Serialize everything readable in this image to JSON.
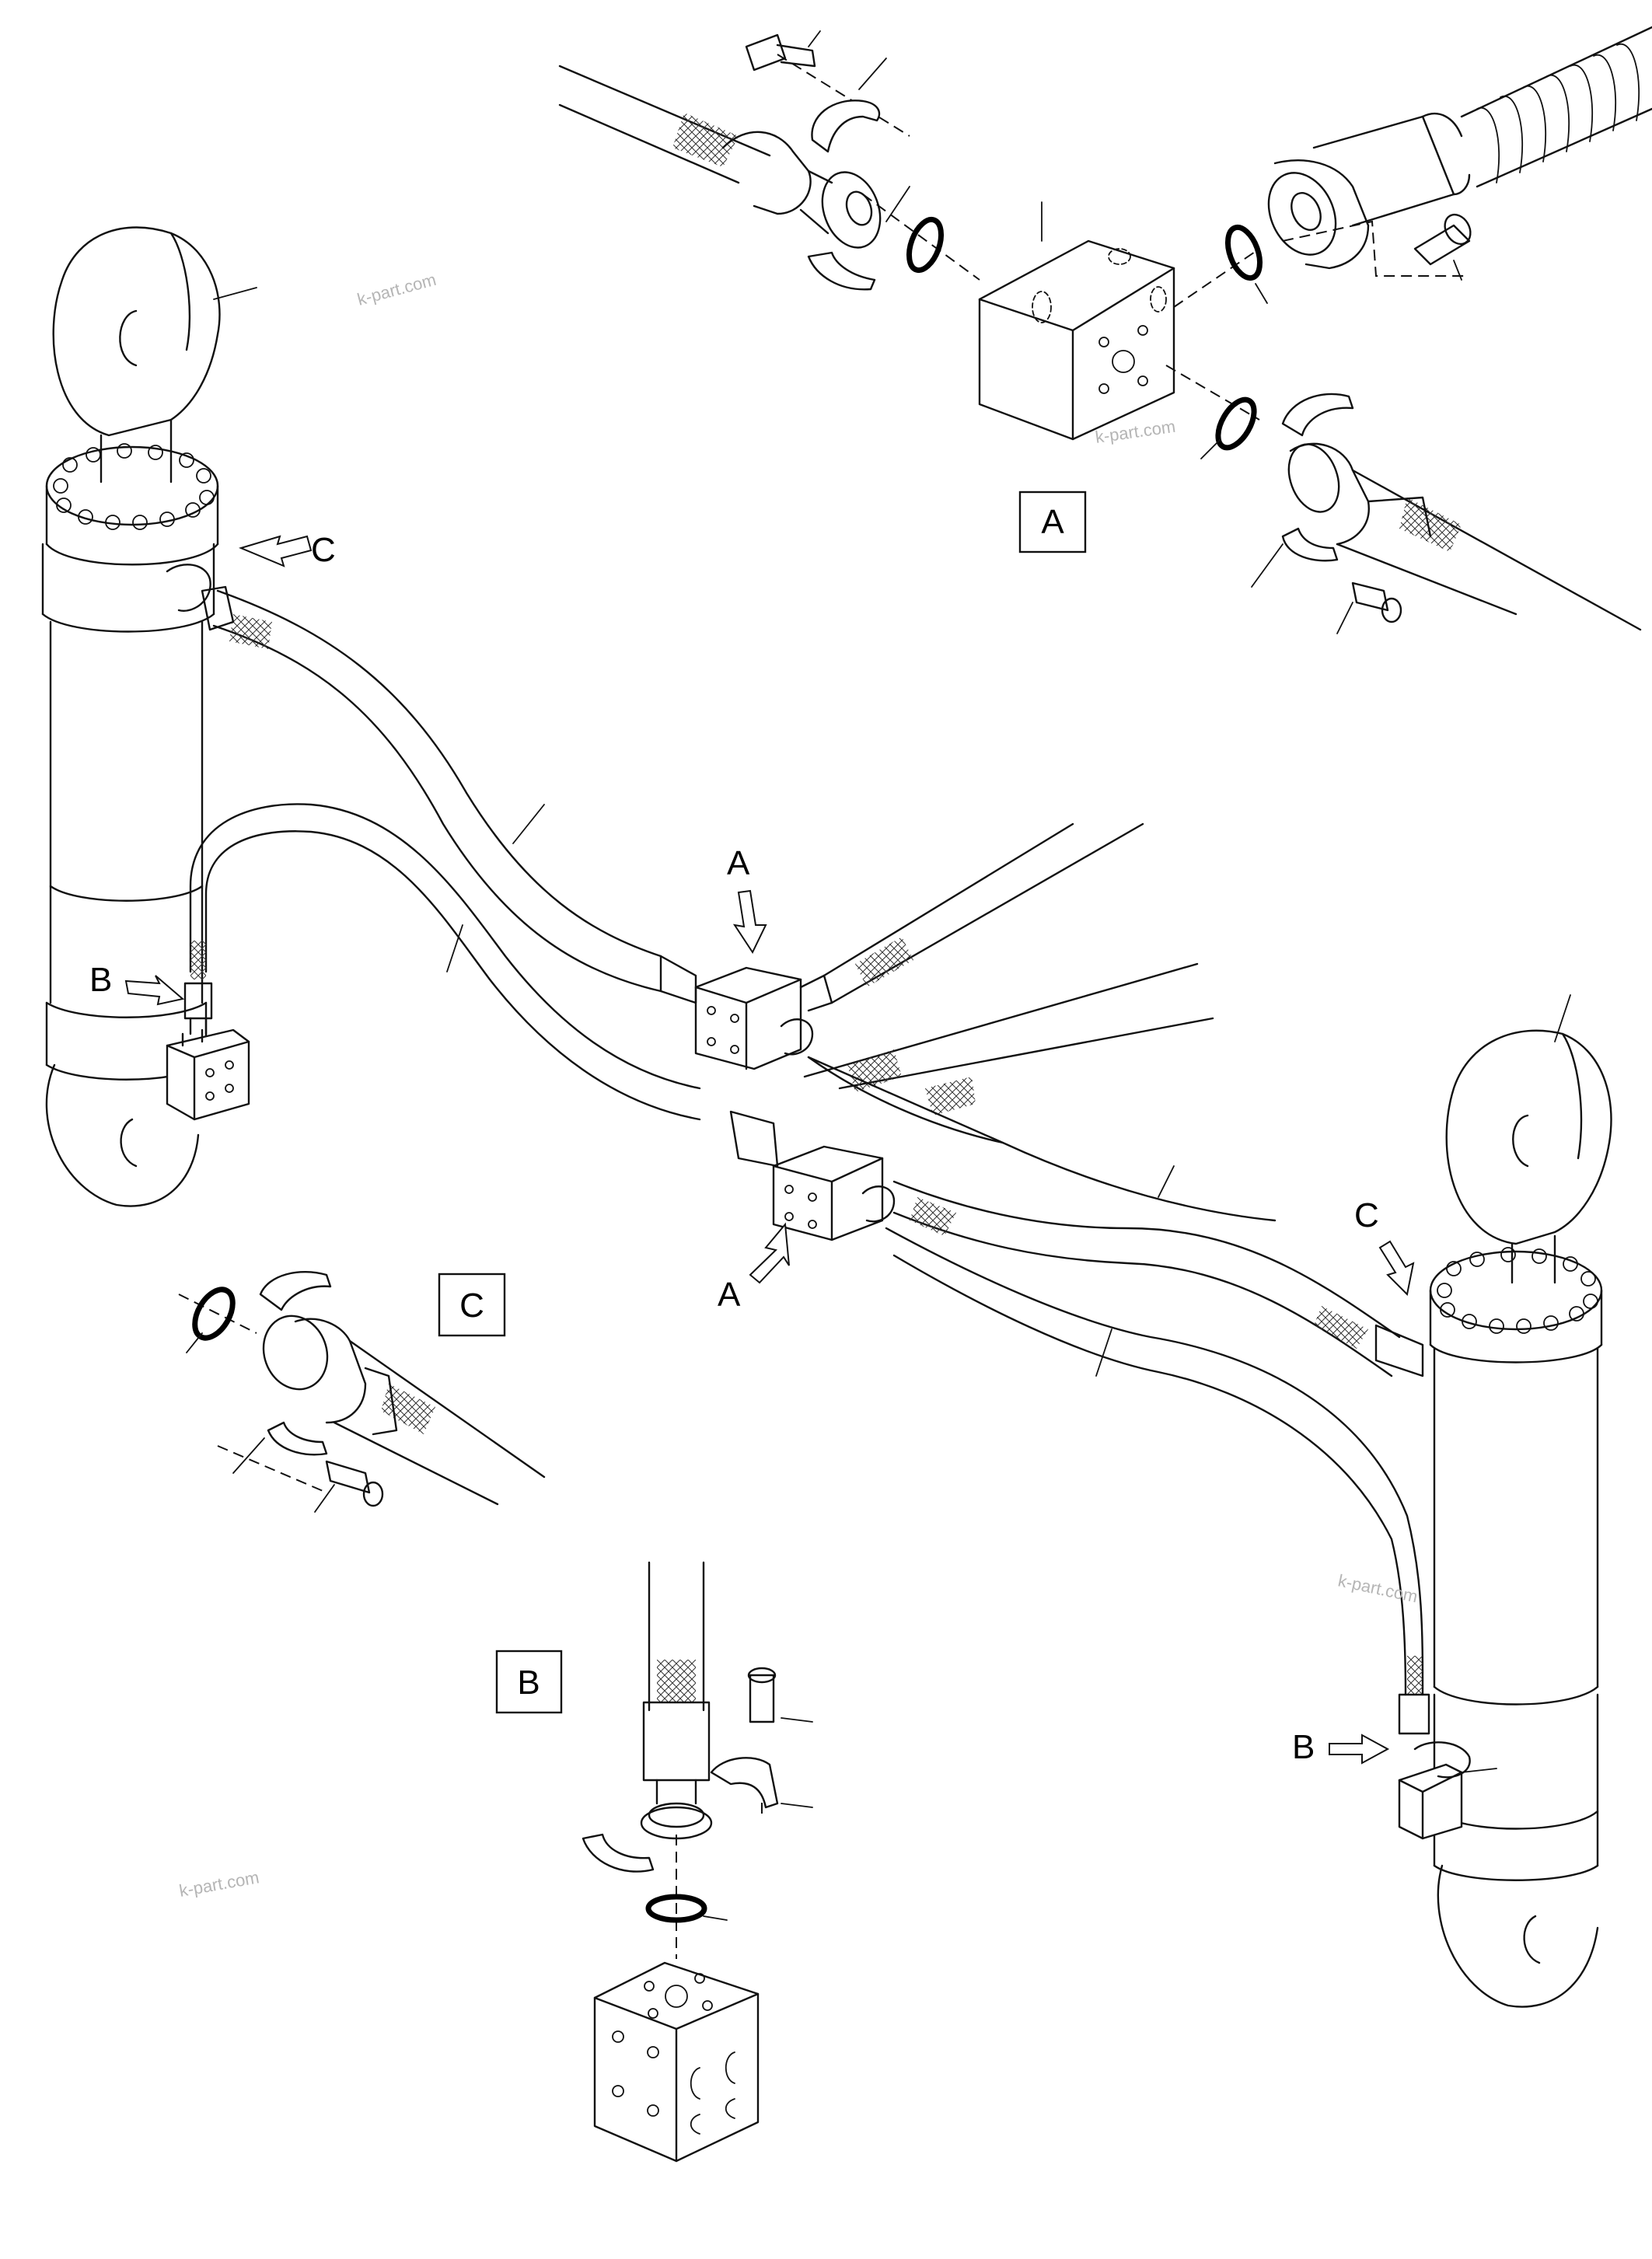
{
  "callouts": {
    "detail_a": "A",
    "detail_b": "B",
    "detail_c": "C"
  },
  "view_labels": {
    "a_upper": "A",
    "a_lower": "A",
    "b_left": "B",
    "b_right": "B",
    "c_left": "C",
    "c_right": "C"
  },
  "watermarks": {
    "w1": "k-part.com",
    "w2": "k-part.com",
    "w3": "k-part.com",
    "w4": "k-part.com"
  },
  "colors": {
    "line": "#111111",
    "background": "#ffffff",
    "watermark": "#b5b5b5"
  }
}
